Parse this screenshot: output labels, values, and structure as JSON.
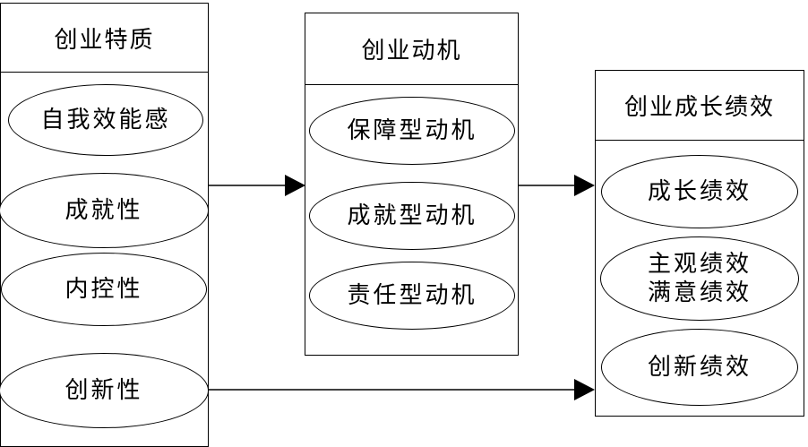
{
  "traits": {
    "title": "创业特质",
    "items": [
      "自我效能感",
      "成就性",
      "内控性",
      "创新性"
    ]
  },
  "motivation": {
    "title": "创业动机",
    "items": [
      "保障型动机",
      "成就型动机",
      "责任型动机"
    ]
  },
  "performance": {
    "title": "创业成长绩效",
    "items": [
      "成长绩效",
      "主观绩效",
      "满意绩效",
      "创新绩效"
    ]
  }
}
